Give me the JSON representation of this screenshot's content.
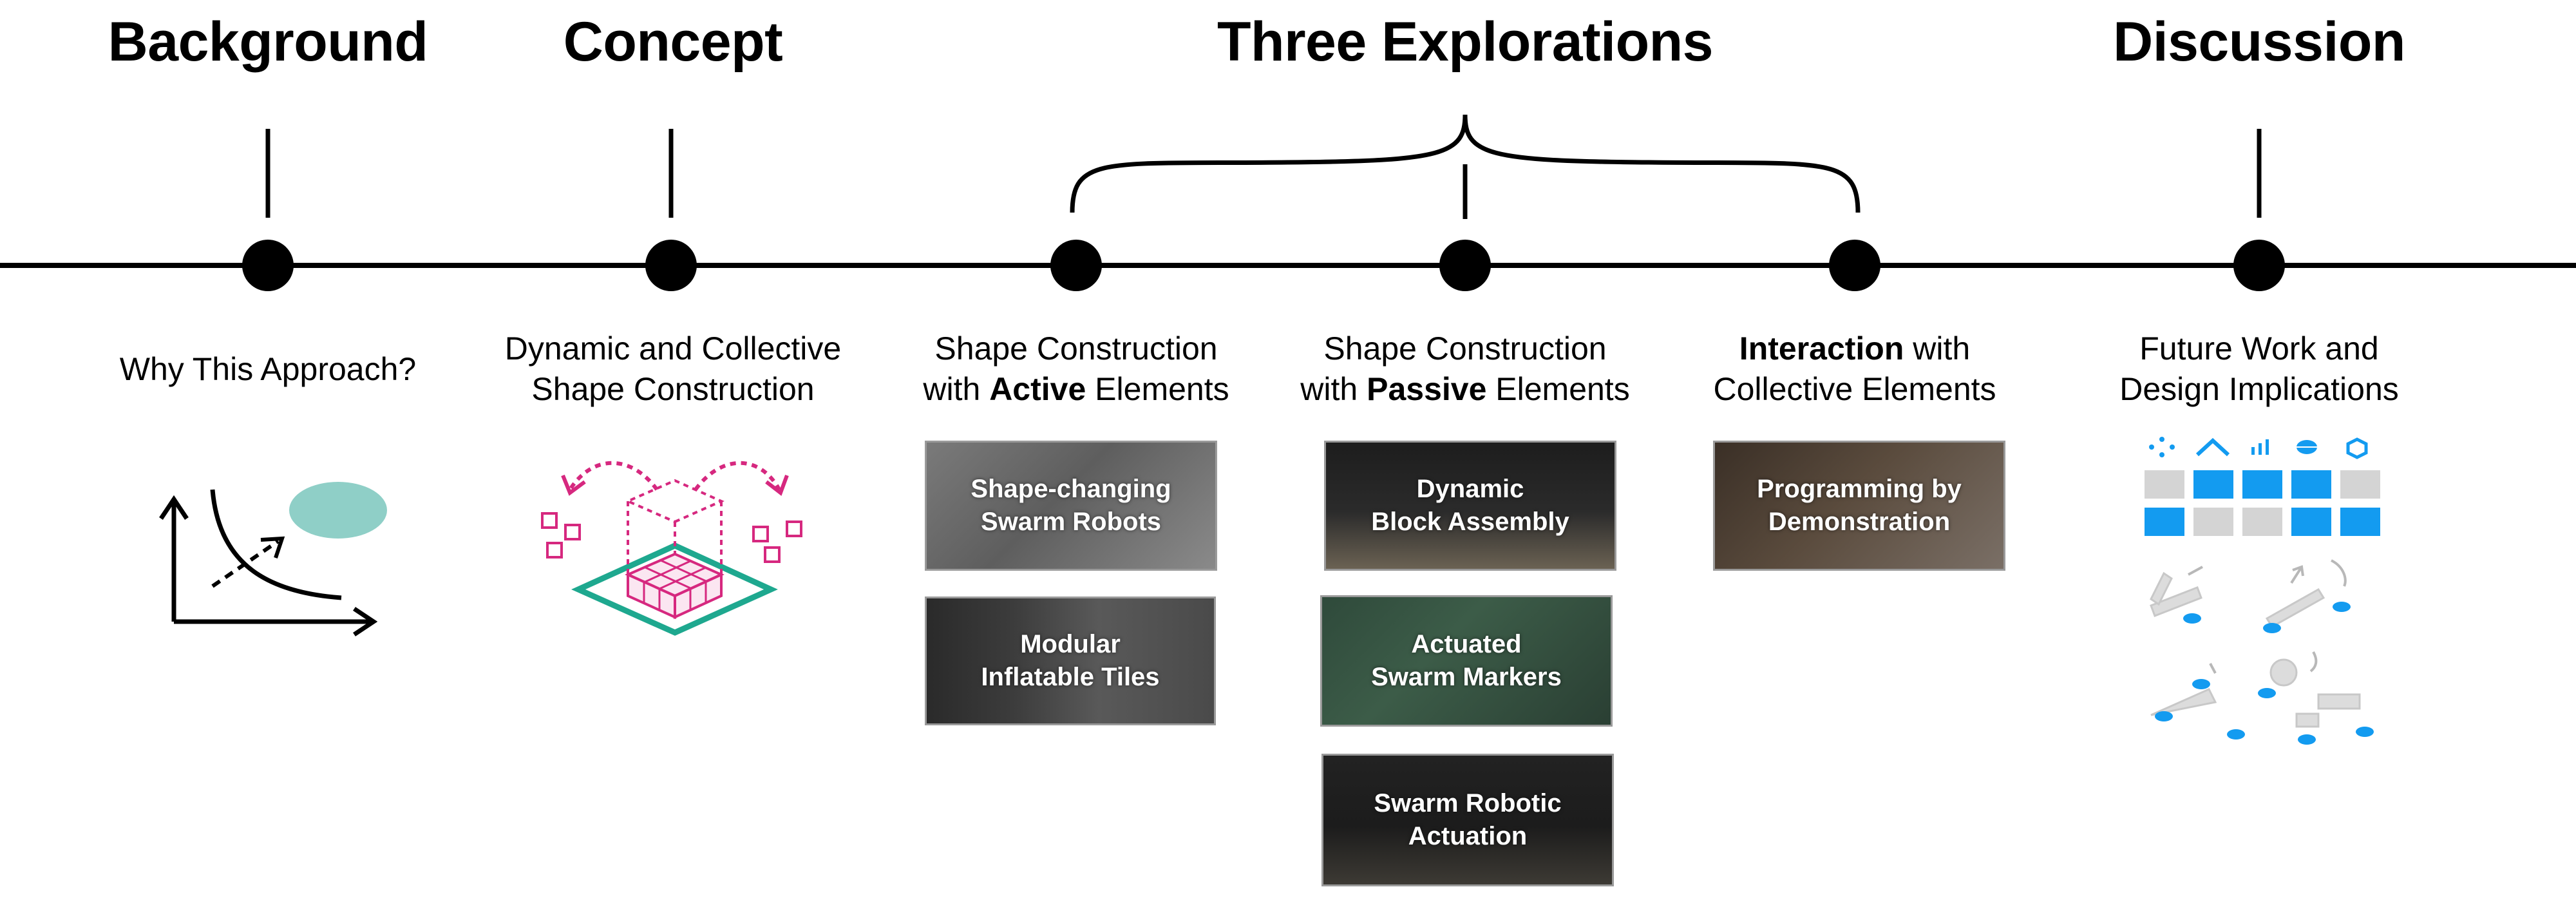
{
  "headers": {
    "background": "Background",
    "concept": "Concept",
    "explorations": "Three Explorations",
    "discussion": "Discussion"
  },
  "captions": {
    "background": "Why This Approach?",
    "concept": [
      "Dynamic and Collective",
      "Shape Construction"
    ],
    "active": {
      "line1": "Shape Construction",
      "pre": "with ",
      "bold": "Active",
      "post": " Elements"
    },
    "passive": {
      "line1": "Shape Construction",
      "pre": "with ",
      "bold": "Passive",
      "post": " Elements"
    },
    "interaction": {
      "bold": "Interaction",
      "post": " with",
      "line2": "Collective Elements"
    },
    "discussion": [
      "Future Work and",
      "Design Implications"
    ]
  },
  "cards": {
    "swarm_robots": [
      "Shape-changing",
      "Swarm Robots"
    ],
    "inflatable": [
      "Modular",
      "Inflatable Tiles"
    ],
    "block_assembly": [
      "Dynamic",
      "Block Assembly"
    ],
    "swarm_markers": [
      "Actuated",
      "Swarm Markers"
    ],
    "robotic_actuation": [
      "Swarm Robotic",
      "Actuation"
    ],
    "programming": [
      "Programming by",
      "Demonstration"
    ]
  },
  "colors": {
    "timeline": "#000000",
    "accent_teal": "#8fcfc7",
    "concept_magenta": "#d6287f",
    "concept_green": "#1ea88f",
    "discussion_blue": "#139bf0",
    "discussion_gray": "#d4d4d4"
  }
}
